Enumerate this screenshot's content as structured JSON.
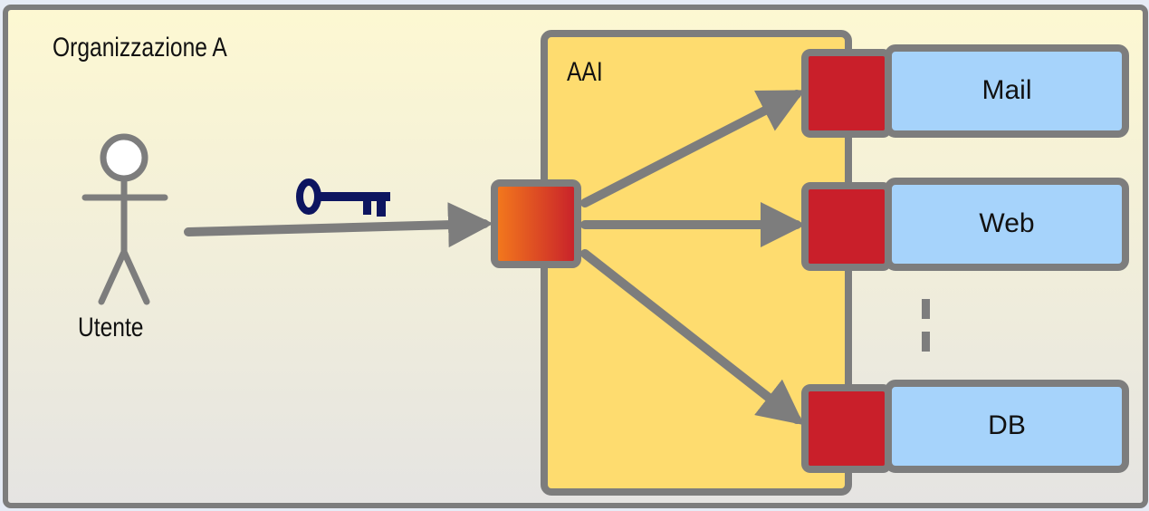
{
  "organization": {
    "label": "Organizzazione A"
  },
  "user": {
    "label": "Utente"
  },
  "aai": {
    "label": "AAI"
  },
  "services": [
    {
      "label": "Mail"
    },
    {
      "label": "Web"
    },
    {
      "label": "DB"
    }
  ],
  "credential_icon": "key-icon",
  "colors": {
    "organization_fill_top": "#fdf8d2",
    "organization_fill_bottom": "#e5e4e2",
    "border_gray": "#7d7d7d",
    "aai_fill": "#fedc6f",
    "connector_red": "#c91f2a",
    "entry_gradient_start": "#f47b1c",
    "entry_gradient_end": "#c71f2b",
    "service_blue": "#a6d3fb",
    "key_navy": "#0d1560"
  }
}
